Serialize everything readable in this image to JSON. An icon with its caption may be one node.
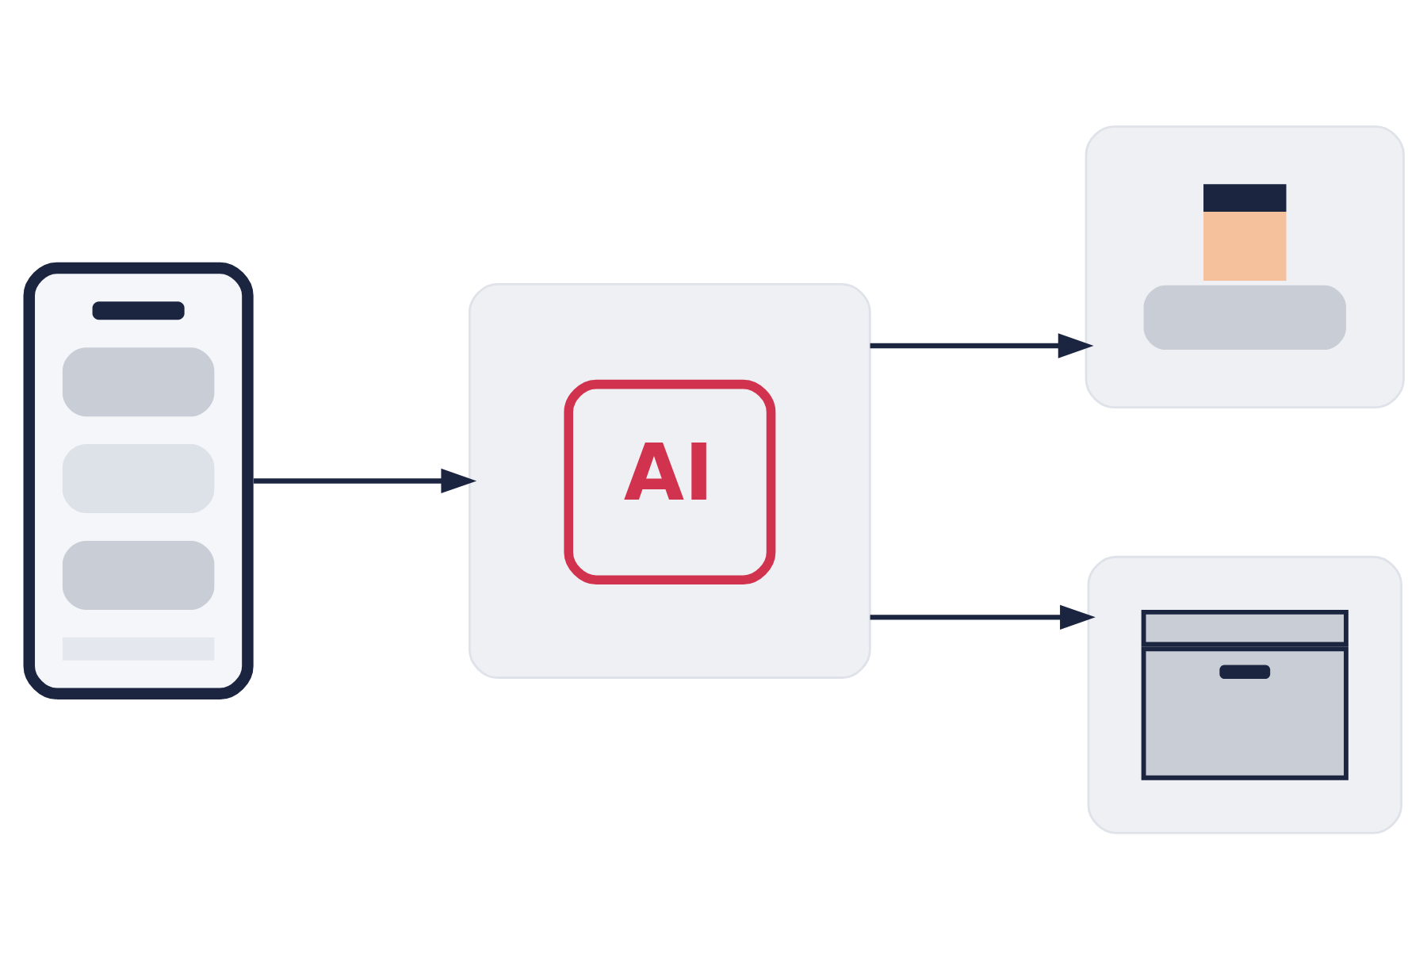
{
  "diagram": {
    "nodes": [
      {
        "text": [],
        "shape": "picture"
      },
      {
        "text": [
          "AI"
        ]
      },
      {
        "text": [],
        "shape": "picture"
      },
      {
        "text": [],
        "shape": "picture"
      }
    ],
    "edges": [
      {
        "from": 0,
        "to": 1,
        "arrow": "to"
      },
      {
        "from": 1,
        "to": 2,
        "arrow": "to"
      },
      {
        "from": 1,
        "to": 3,
        "arrow": "to"
      }
    ]
  }
}
